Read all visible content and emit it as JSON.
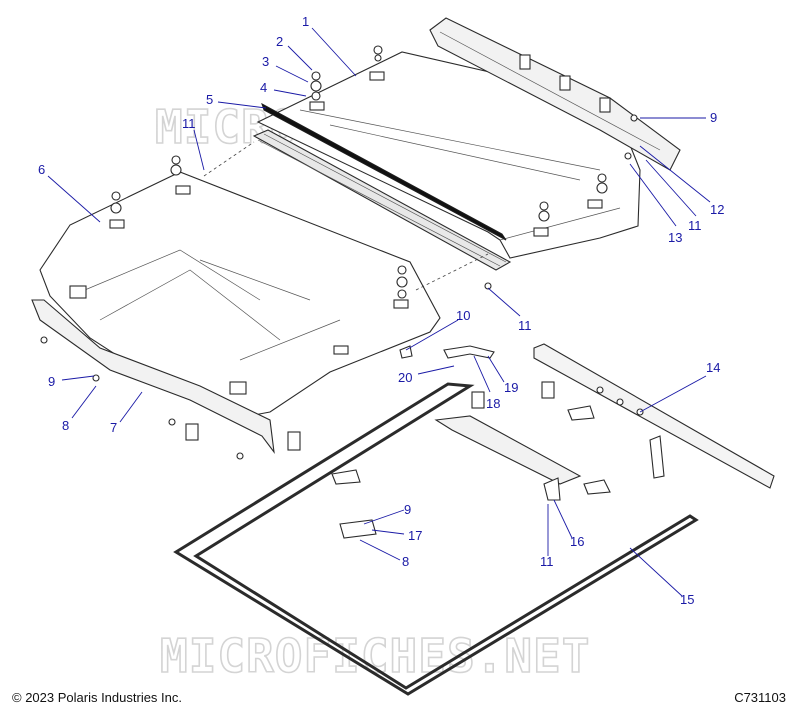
{
  "watermark": "MICROFICHES.NET",
  "footer": {
    "copyright": "© 2023 Polaris Industries Inc.",
    "figure_code": "C731103"
  },
  "colors": {
    "callout": "#1a1aa6",
    "line_art": "#2b2b2b",
    "watermark": "#d4d4d4"
  },
  "callouts": [
    {
      "id": "c1",
      "label": "1"
    },
    {
      "id": "c2",
      "label": "2"
    },
    {
      "id": "c3",
      "label": "3"
    },
    {
      "id": "c4",
      "label": "4"
    },
    {
      "id": "c5",
      "label": "5"
    },
    {
      "id": "c6",
      "label": "6"
    },
    {
      "id": "c7",
      "label": "7"
    },
    {
      "id": "c8a",
      "label": "8"
    },
    {
      "id": "c8b",
      "label": "8"
    },
    {
      "id": "c9a",
      "label": "9"
    },
    {
      "id": "c9b",
      "label": "9"
    },
    {
      "id": "c9c",
      "label": "9"
    },
    {
      "id": "c10",
      "label": "10"
    },
    {
      "id": "c11a",
      "label": "11"
    },
    {
      "id": "c11b",
      "label": "11"
    },
    {
      "id": "c11c",
      "label": "11"
    },
    {
      "id": "c11d",
      "label": "11"
    },
    {
      "id": "c12",
      "label": "12"
    },
    {
      "id": "c13",
      "label": "13"
    },
    {
      "id": "c14",
      "label": "14"
    },
    {
      "id": "c15",
      "label": "15"
    },
    {
      "id": "c16",
      "label": "16"
    },
    {
      "id": "c17",
      "label": "17"
    },
    {
      "id": "c18",
      "label": "18"
    },
    {
      "id": "c19",
      "label": "19"
    },
    {
      "id": "c20",
      "label": "20"
    }
  ]
}
